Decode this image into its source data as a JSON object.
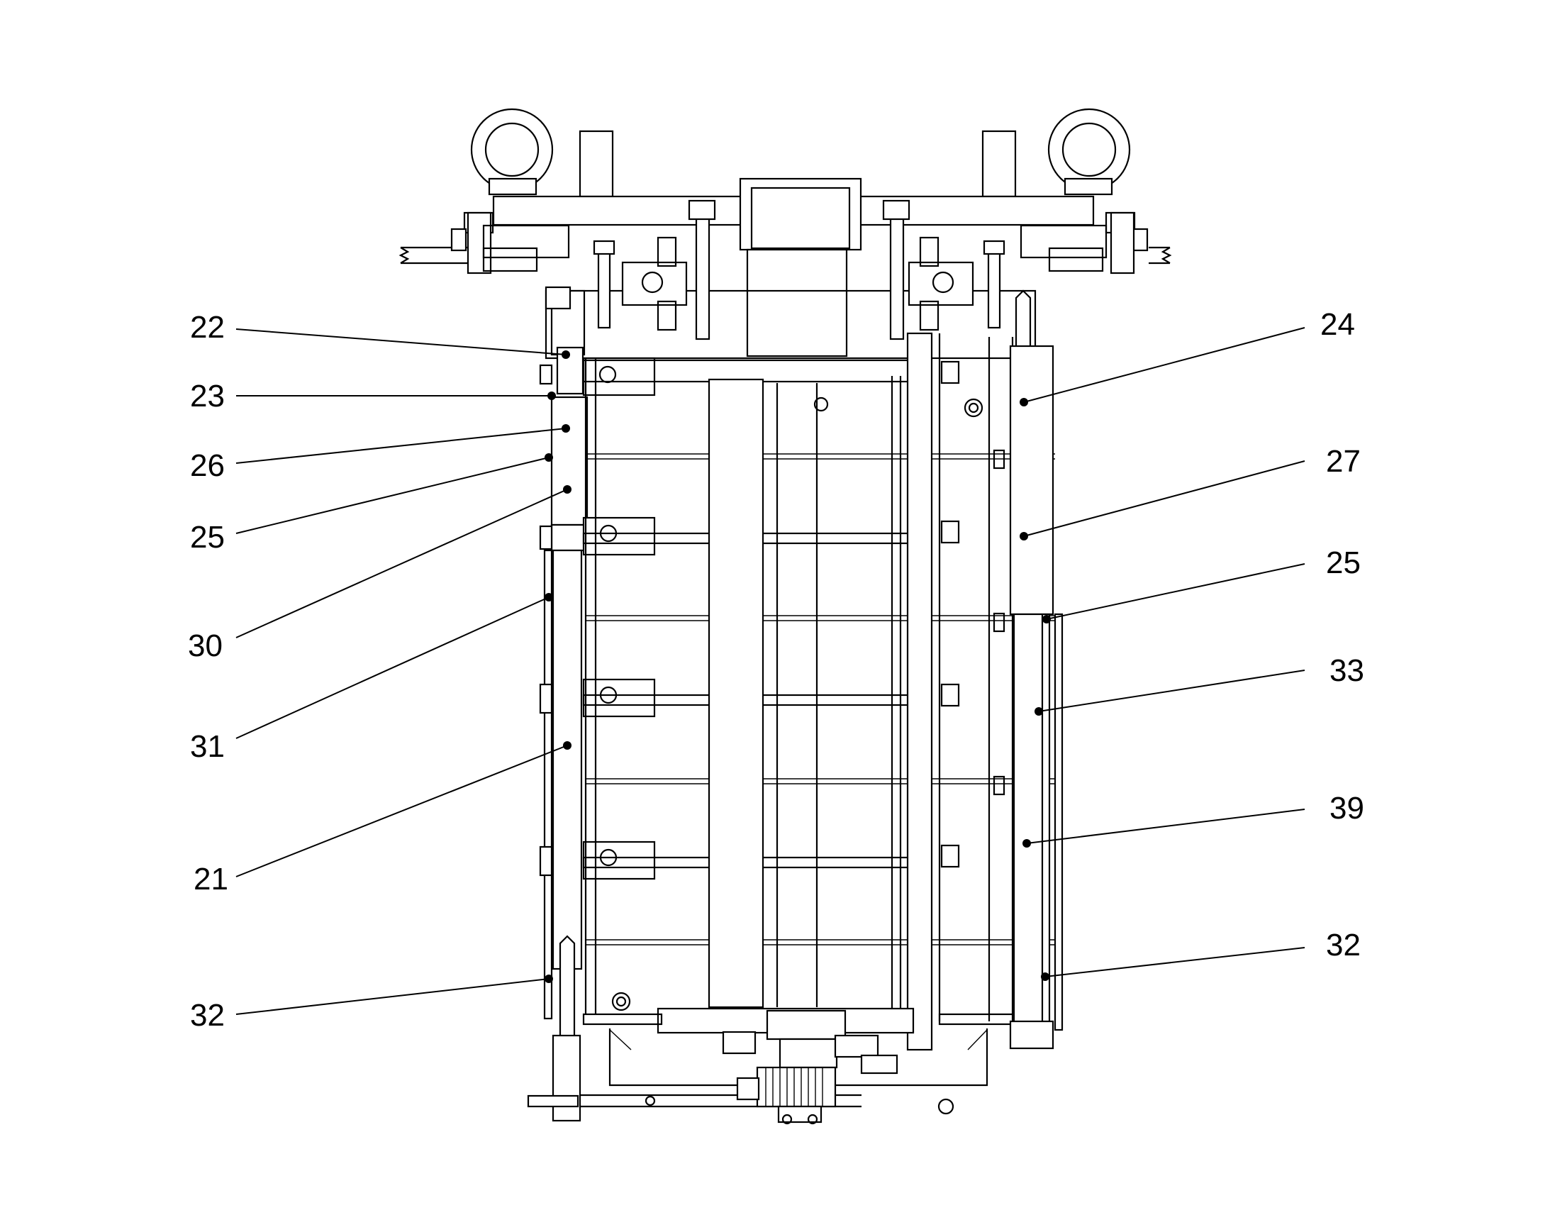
{
  "labels": {
    "left": [
      "22",
      "23",
      "26",
      "25",
      "30",
      "31",
      "21",
      "32"
    ],
    "right": [
      "24",
      "27",
      "25",
      "33",
      "39",
      "32"
    ]
  }
}
